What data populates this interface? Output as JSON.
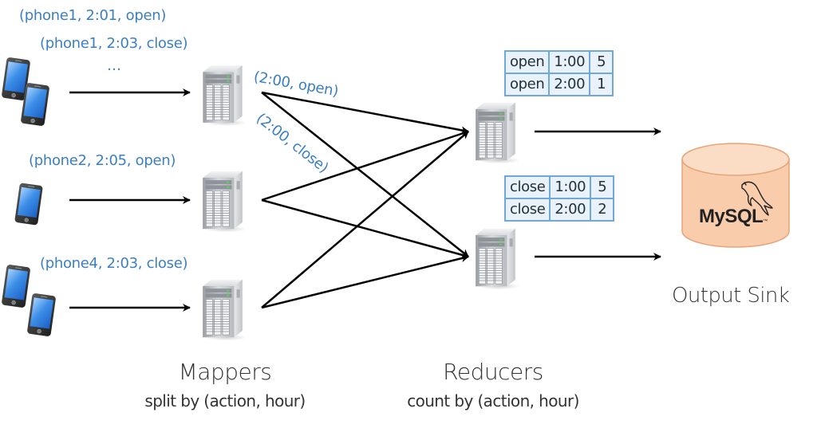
{
  "diagram": {
    "colors": {
      "event_text": "#3b7fc2",
      "table_border": "#6fa8dc",
      "table_fill": "#e9f1fa",
      "sink_fill": "#f9cdac",
      "sink_stroke": "#e8a479",
      "arrow": "#000000"
    },
    "sources": [
      {
        "id": "source-1",
        "device_count": 2,
        "events": [
          "(phone1, 2:01, open)",
          "(phone1, 2:03, close)",
          "…"
        ]
      },
      {
        "id": "source-2",
        "device_count": 1,
        "events": [
          "(phone2, 2:05, open)"
        ]
      },
      {
        "id": "source-3",
        "device_count": 2,
        "events": [
          "(phone4, 2:03, close)"
        ]
      }
    ],
    "edge_labels": {
      "to_open_reducer": "(2:00, open)",
      "to_close_reducer": "(2:00, close)"
    },
    "mappers": {
      "count": 3,
      "title": "Mappers",
      "subtitle": "split by (action, hour)"
    },
    "reducers": {
      "count": 2,
      "title": "Reducers",
      "subtitle": "count by (action, hour)",
      "tables": [
        {
          "rows": [
            [
              "open",
              "1:00",
              "5"
            ],
            [
              "open",
              "2:00",
              "1"
            ]
          ]
        },
        {
          "rows": [
            [
              "close",
              "1:00",
              "5"
            ],
            [
              "close",
              "2:00",
              "2"
            ]
          ]
        }
      ]
    },
    "sink": {
      "logo_text": "MySQL",
      "logo_tm": "™",
      "label": "Output Sink"
    },
    "icons": {
      "phone": "smartphone-icon",
      "server": "server-tower-icon",
      "database": "database-cylinder-icon",
      "dolphin": "mysql-dolphin-icon"
    }
  }
}
